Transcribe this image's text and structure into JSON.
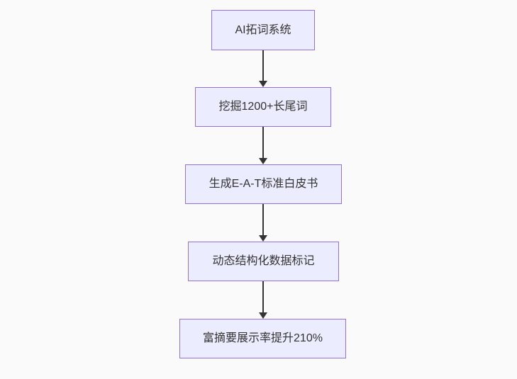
{
  "diagram": {
    "type": "flowchart",
    "direction": "top-down",
    "nodes": [
      {
        "id": "A",
        "label": "AI拓词系统"
      },
      {
        "id": "B",
        "label": "挖掘1200+长尾词"
      },
      {
        "id": "C",
        "label": "生成E-A-T标准白皮书"
      },
      {
        "id": "D",
        "label": "动态结构化数据标记"
      },
      {
        "id": "E",
        "label": "富摘要展示率提升210%"
      }
    ],
    "edges": [
      {
        "from": "A",
        "to": "B"
      },
      {
        "from": "B",
        "to": "C"
      },
      {
        "from": "C",
        "to": "D"
      },
      {
        "from": "D",
        "to": "E"
      }
    ],
    "colors": {
      "node_fill": "#ECECFF",
      "node_border": "#9370DB",
      "arrow": "#333333",
      "text": "#333333",
      "background": "#fafafa"
    }
  }
}
